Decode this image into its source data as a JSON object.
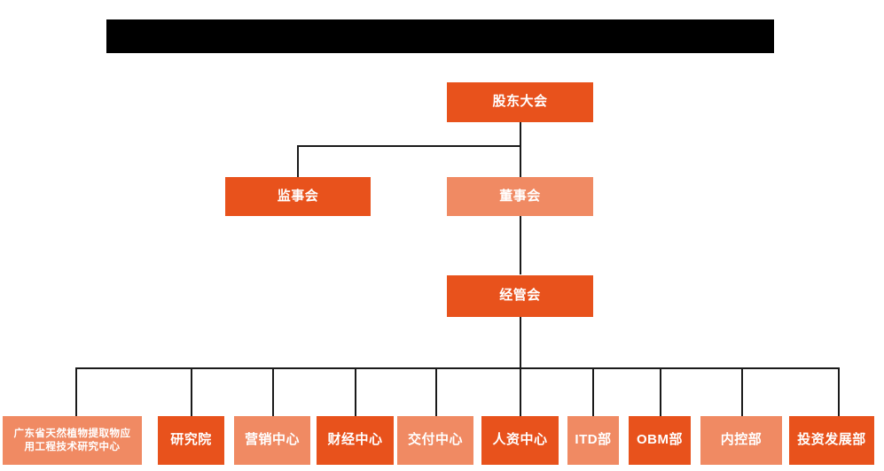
{
  "chart_data": {
    "type": "diagram",
    "title": "",
    "diagram_kind": "organizational-chart",
    "colors": {
      "dark_orange": "#E8521C",
      "light_orange": "#F08A63",
      "connector": "#1a1a1a",
      "background": "#ffffff",
      "redaction": "#000000"
    },
    "levels": [
      {
        "level": 1,
        "nodes": [
          "股东大会"
        ]
      },
      {
        "level": 2,
        "nodes": [
          "监事会",
          "董事会"
        ]
      },
      {
        "level": 3,
        "nodes": [
          "经管会"
        ]
      },
      {
        "level": 4,
        "nodes": [
          "广东省天然植物提取物应用工程技术研究中心",
          "研究院",
          "营销中心",
          "财经中心",
          "交付中心",
          "人资中心",
          "ITD部",
          "OBM部",
          "内控部",
          "投资发展部"
        ]
      }
    ],
    "edges": [
      {
        "from": "股东大会",
        "to": "监事会"
      },
      {
        "from": "股东大会",
        "to": "董事会"
      },
      {
        "from": "董事会",
        "to": "经管会"
      },
      {
        "from": "经管会",
        "to": "广东省天然植物提取物应用工程技术研究中心"
      },
      {
        "from": "经管会",
        "to": "研究院"
      },
      {
        "from": "经管会",
        "to": "营销中心"
      },
      {
        "from": "经管会",
        "to": "财经中心"
      },
      {
        "from": "经管会",
        "to": "交付中心"
      },
      {
        "from": "经管会",
        "to": "人资中心"
      },
      {
        "from": "经管会",
        "to": "ITD部"
      },
      {
        "from": "经管会",
        "to": "OBM部"
      },
      {
        "from": "经管会",
        "to": "内控部"
      },
      {
        "from": "经管会",
        "to": "投资发展部"
      }
    ]
  },
  "header": {
    "redacted_banner": ""
  },
  "nodes": {
    "shareholders_meeting": {
      "label": "股东大会",
      "tone": "dark"
    },
    "board_of_supervisors": {
      "label": "监事会",
      "tone": "dark"
    },
    "board_of_directors": {
      "label": "董事会",
      "tone": "light"
    },
    "management_committee": {
      "label": "经管会",
      "tone": "dark"
    }
  },
  "departments": [
    {
      "label": "广东省天然植物提取物应\n用工程技术研究中心",
      "tone": "light"
    },
    {
      "label": "研究院",
      "tone": "dark"
    },
    {
      "label": "营销中心",
      "tone": "light"
    },
    {
      "label": "财经中心",
      "tone": "dark"
    },
    {
      "label": "交付中心",
      "tone": "light"
    },
    {
      "label": "人资中心",
      "tone": "dark"
    },
    {
      "label": "ITD部",
      "tone": "light"
    },
    {
      "label": "OBM部",
      "tone": "dark"
    },
    {
      "label": "内控部",
      "tone": "light"
    },
    {
      "label": "投资发展部",
      "tone": "dark"
    }
  ]
}
